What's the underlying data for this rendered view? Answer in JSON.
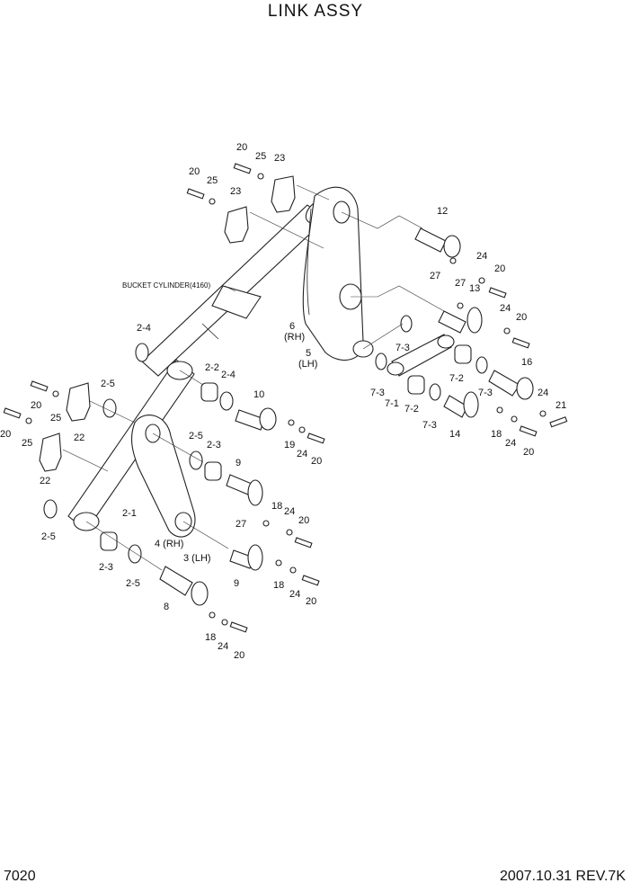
{
  "title": "LINK ASSY",
  "page_code": "7020",
  "revision": "2007.10.31  REV.7K",
  "note_bucket_cylinder": "BUCKET CYLINDER(4160)",
  "part_labels": [
    "20",
    "25",
    "23",
    "20",
    "25",
    "23",
    "12",
    "24",
    "20",
    "27",
    "27",
    "13",
    "24",
    "20",
    "6",
    "(RH)",
    "5",
    "(LH)",
    "7-3",
    "7-3",
    "7-1",
    "7-2",
    "7-2",
    "7-3",
    "7-3",
    "16",
    "24",
    "21",
    "18",
    "24",
    "20",
    "14",
    "2-4",
    "2-2",
    "2-4",
    "10",
    "19",
    "24",
    "20",
    "20",
    "20",
    "25",
    "2-5",
    "25",
    "22",
    "22",
    "2-5",
    "2-3",
    "9",
    "18",
    "24",
    "20",
    "27",
    "2-5",
    "2-1",
    "4 (RH)",
    "3 (LH)",
    "9",
    "18",
    "24",
    "20",
    "2-3",
    "2-5",
    "8",
    "18",
    "24",
    "20"
  ]
}
